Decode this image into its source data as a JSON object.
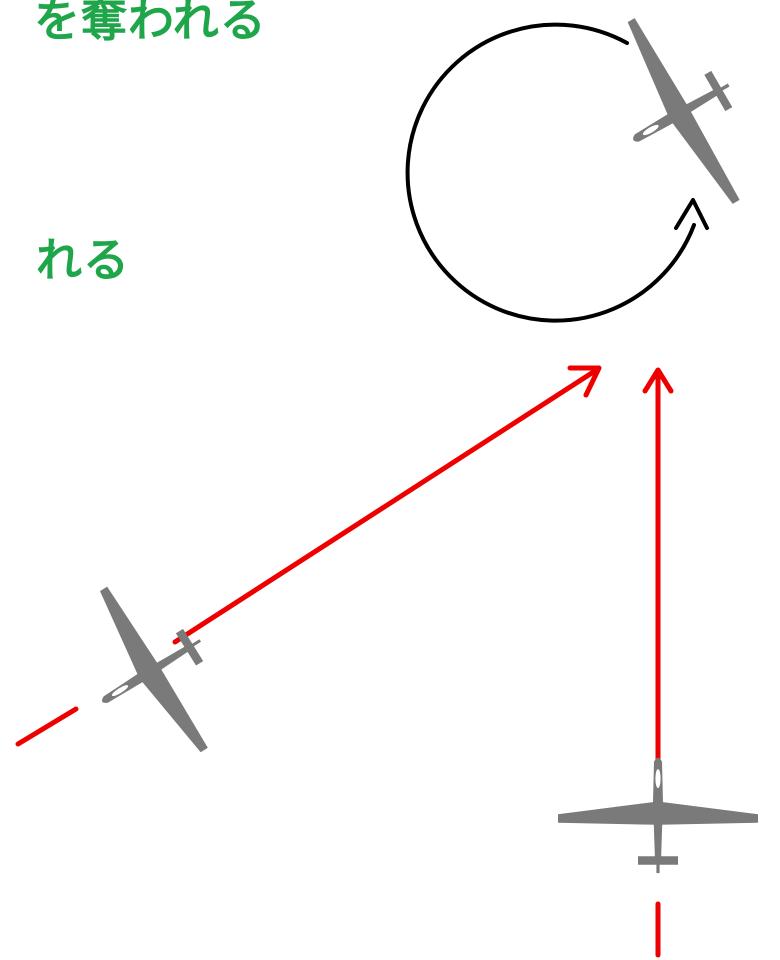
{
  "labels": {
    "top": "を奪われる",
    "middle": "れる"
  },
  "colors": {
    "label_green": "#1fa64a",
    "path_red": "#ee0000",
    "circle_black": "#000000",
    "glider_gray": "#7a7a7a"
  },
  "gliders": [
    {
      "name": "glider-circling",
      "icon": "glider-icon",
      "role": "circling in thermal"
    },
    {
      "name": "glider-left",
      "icon": "glider-icon",
      "role": "approaching diagonally"
    },
    {
      "name": "glider-bottom",
      "icon": "glider-icon",
      "role": "approaching straight"
    }
  ]
}
